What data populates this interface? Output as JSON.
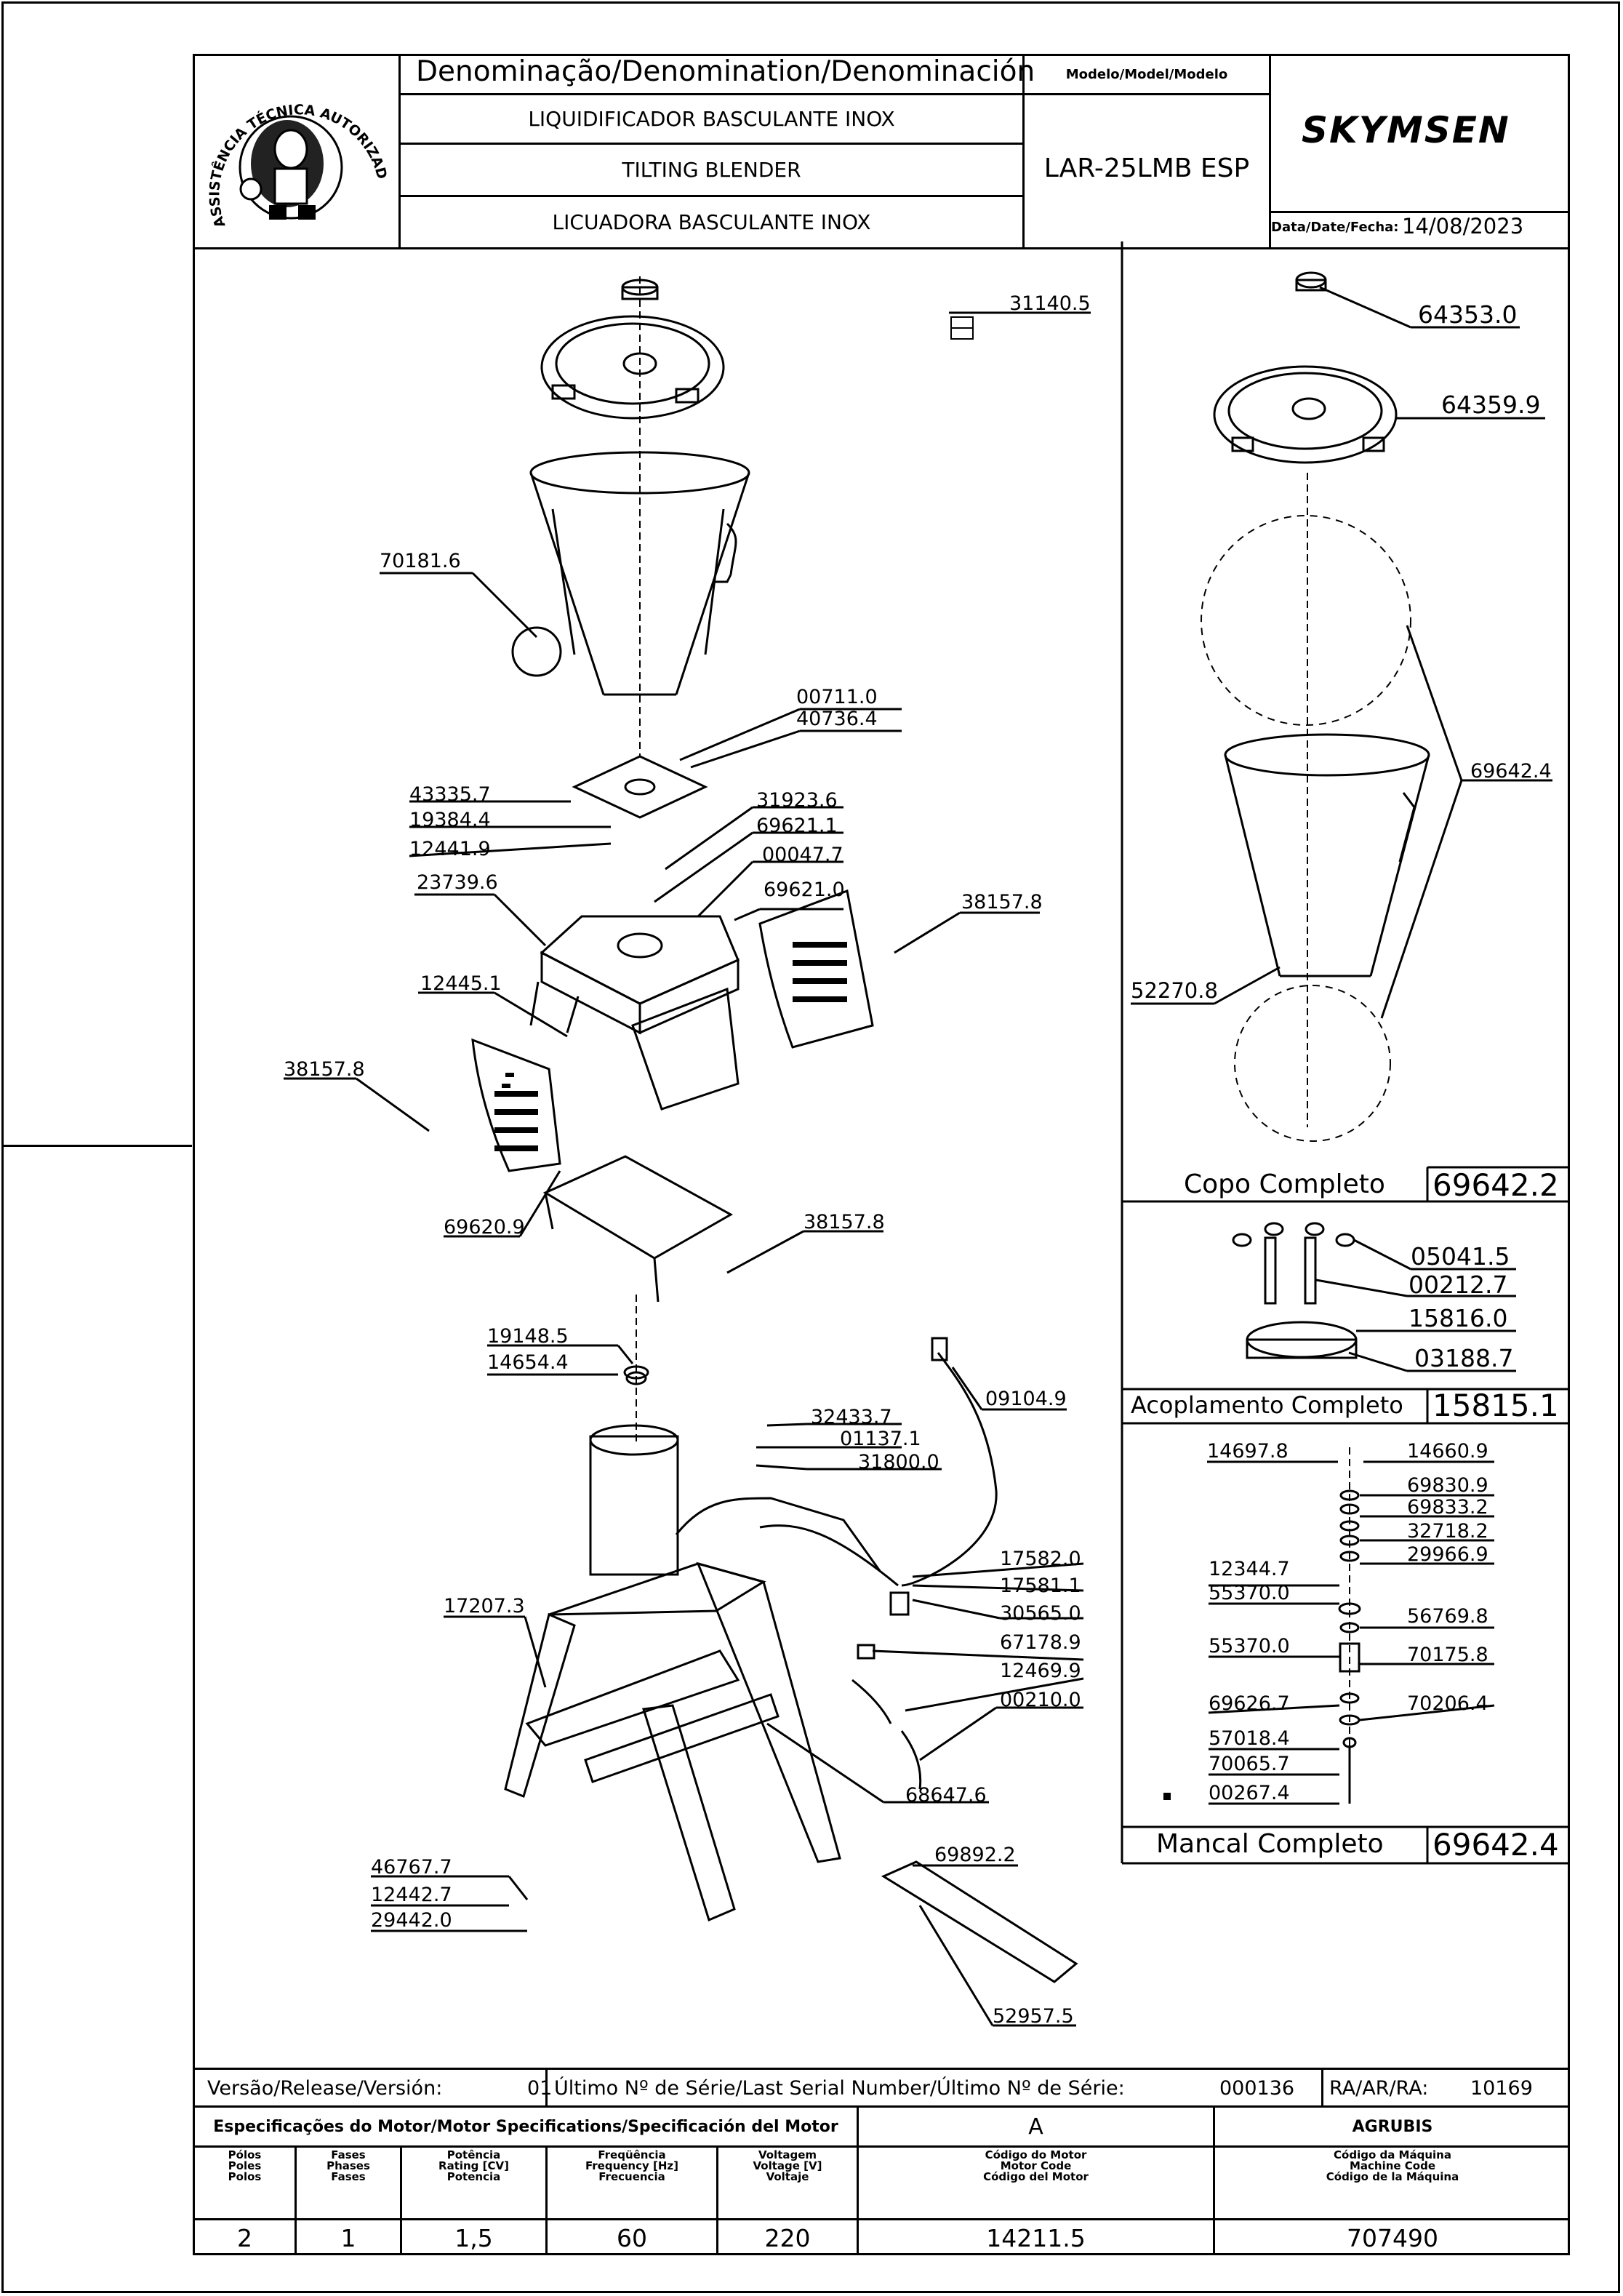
{
  "header": {
    "denomination_label": "Denominação/Denomination/Denominación",
    "name_pt": "LIQUIDIFICADOR BASCULANTE INOX",
    "name_en": "TILTING BLENDER",
    "name_es": "LICUADORA BASCULANTE INOX",
    "model_label": "Modelo/Model/Modelo",
    "model_value": "LAR-25LMB ESP",
    "brand": "SKYMSEN",
    "date_label": "Data/Date/Fecha:",
    "date_value": "14/08/2023",
    "seal_text": "ASSISTÊNCIA TÉCNICA AUTORIZADA"
  },
  "main_parts": [
    "31140.5",
    "70181.6",
    "00711.0",
    "40736.4",
    "43335.7",
    "19384.4",
    "12441.9",
    "31923.6",
    "69621.1",
    "00047.7",
    "23739.6",
    "69621.0",
    "38157.8",
    "12445.1",
    "38157.8",
    "69620.9",
    "38157.8",
    "19148.5",
    "14654.4",
    "09104.9",
    "32433.7",
    "01137.1",
    "31800.0",
    "17582.0",
    "17581.1",
    "30565.0",
    "17207.3",
    "67178.9",
    "12469.9",
    "00210.0",
    "68647.6",
    "69892.2",
    "46767.7",
    "12442.7",
    "29442.0",
    "52957.5"
  ],
  "copo": {
    "parts": [
      "64353.0",
      "64359.9",
      "69642.4",
      "52270.8"
    ],
    "title": "Copo Completo",
    "code": "69642.2"
  },
  "acoplamento": {
    "parts": [
      "05041.5",
      "00212.7",
      "15816.0",
      "03188.7"
    ],
    "title": "Acoplamento Completo",
    "code": "15815.1"
  },
  "mancal": {
    "parts": [
      "14697.8",
      "14660.9",
      "69830.9",
      "69833.2",
      "32718.2",
      "29966.9",
      "12344.7",
      "55370.0",
      "56769.8",
      "55370.0",
      "70175.8",
      "69626.7",
      "70206.4",
      "57018.4",
      "70065.7",
      "00267.4"
    ],
    "title": "Mancal Completo",
    "code": "69642.4"
  },
  "footer": {
    "version_label": "Versão/Release/Versión:",
    "version_value": "01",
    "serial_label": "Último Nº de Série/Last Serial Number/Último Nº de Série:",
    "serial_value": "000136",
    "ra_label": "RA/AR/RA:",
    "ra_value": "10169",
    "motor_spec_label": "Especificações do Motor/Motor Specifications/Specificación del Motor",
    "motor_letter": "A",
    "machine_group": "AGRUBIS",
    "poles_label": "Pólos\nPoles\nPolos",
    "phases_label": "Fases\nPhases\nFases",
    "power_label": "Potência\nRating [CV]\nPotencia",
    "freq_label": "Freqüência\nFrequency [Hz]\nFrecuencia",
    "volt_label": "Voltagem\nVoltage [V]\nVoltaje",
    "motor_code_label": "Código do Motor\nMotor Code\nCódigo del Motor",
    "machine_code_label": "Código da Máquina\nMachine Code\nCódigo de la Máquina",
    "poles": "2",
    "phases": "1",
    "power": "1,5",
    "frequency": "60",
    "voltage": "220",
    "motor_code": "14211.5",
    "machine_code": "707490"
  }
}
